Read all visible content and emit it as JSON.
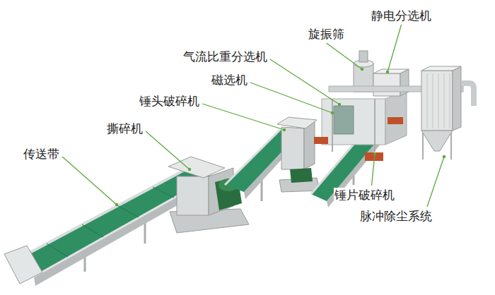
{
  "diagram": {
    "labels": [
      "传送带",
      "撕碎机",
      "锤头破碎机",
      "磁选机",
      "气流比重分选机",
      "旋振筛",
      "静电分选机",
      "锤片破碎机",
      "脉冲除尘系统"
    ]
  }
}
